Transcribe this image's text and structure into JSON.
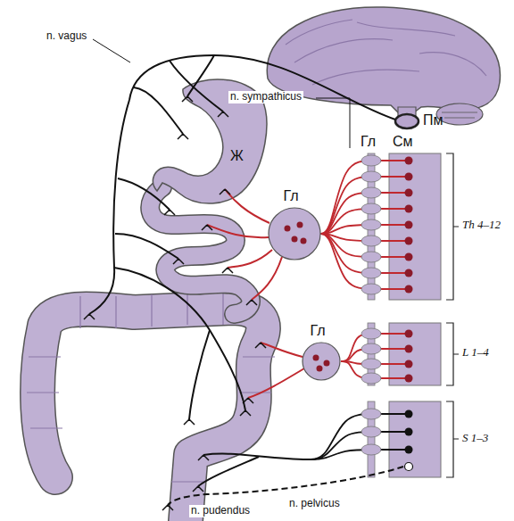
{
  "diagram": {
    "nodes": [
      {
        "text": [
          "Гл"
        ]
      },
      {
        "text": [
          "Гл"
        ]
      }
    ],
    "labels": [
      "n. vagus",
      "n. sympathicus",
      "Пм",
      "Ж",
      "Гл",
      "См",
      "Th 4–12",
      "L 1–4",
      "S 1–3",
      "n. pelvicus",
      "n. pudendus"
    ]
  }
}
